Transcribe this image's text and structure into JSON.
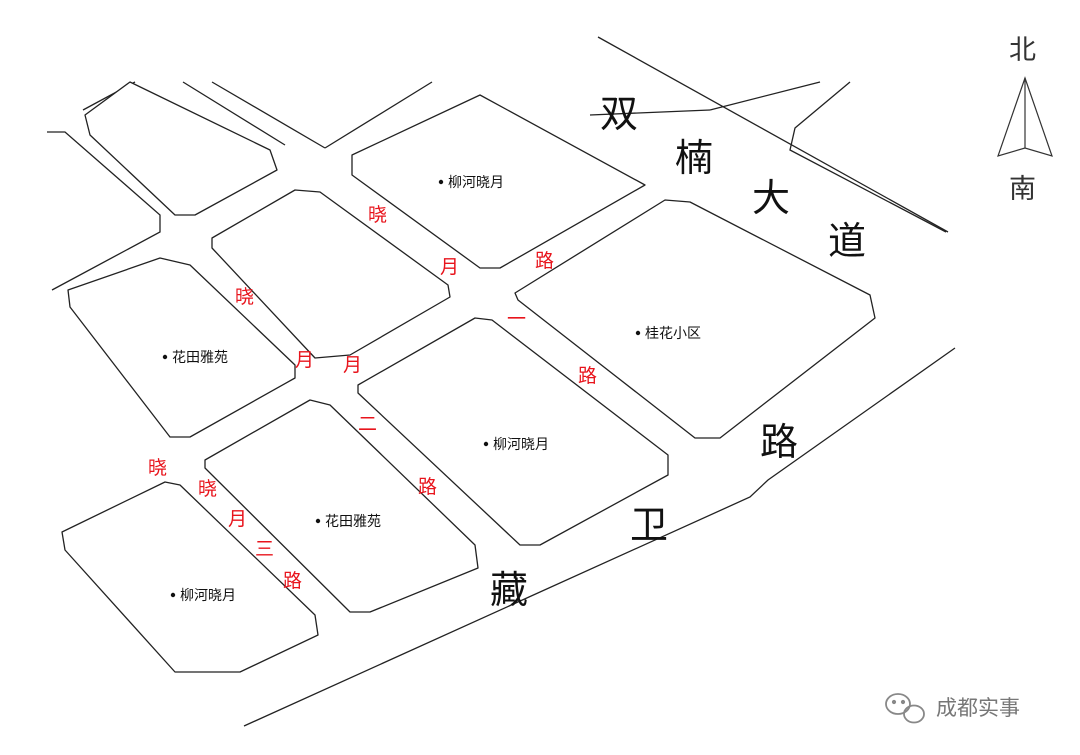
{
  "roads_major": [
    {
      "id": "shuangnan",
      "chars": [
        "双",
        "楠",
        "大",
        "道"
      ]
    },
    {
      "id": "zangwei",
      "chars": [
        "藏",
        "卫",
        "路"
      ]
    }
  ],
  "roads_minor": [
    {
      "id": "xiaoyue-1a",
      "chars": [
        "晓",
        "月"
      ]
    },
    {
      "id": "xiaoyue-1b",
      "chars": [
        "路",
        "一",
        "路"
      ]
    },
    {
      "id": "xiaoyue-2a",
      "chars": [
        "晓",
        "月"
      ]
    },
    {
      "id": "xiaoyue-2b",
      "chars": [
        "月",
        "二",
        "路"
      ]
    },
    {
      "id": "xiaoyue-3",
      "chars": [
        "晓",
        "晓",
        "月",
        "三",
        "路"
      ]
    }
  ],
  "places": [
    "柳河晓月",
    "桂花小区",
    "花田雅苑",
    "柳河晓月",
    "花田雅苑",
    "柳河晓月"
  ],
  "compass": {
    "north": "北",
    "south": "南"
  },
  "watermark": {
    "text": "成都实事",
    "icon": "wechat-icon"
  },
  "colors": {
    "road_label": "#e8141c",
    "outline": "#222222",
    "text": "#111111"
  }
}
